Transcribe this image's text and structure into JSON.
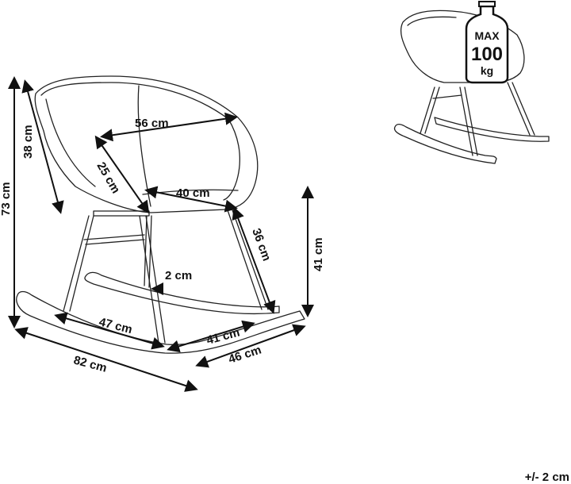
{
  "dimensions": {
    "height_total": "73 cm",
    "back_height": "38 cm",
    "width": "56 cm",
    "armrest_depth": "25 cm",
    "seat_width": "40 cm",
    "seat_to_floor_side": "36 cm",
    "seat_height": "41 cm",
    "leg_gap": "2 cm",
    "rocker_inner": "47 cm",
    "base_width_inner": "41 cm",
    "base_width_outer": "46 cm",
    "rocker_length": "82 cm"
  },
  "max_load": {
    "top": "MAX",
    "value": "100",
    "unit": "kg"
  },
  "tolerance": "+/- 2 cm"
}
